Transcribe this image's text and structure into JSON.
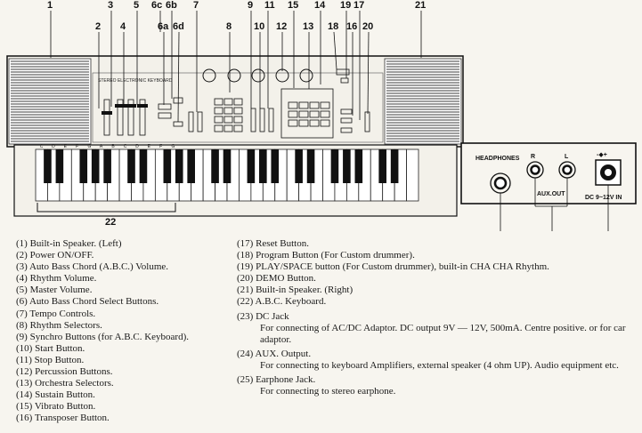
{
  "callouts": [
    "1",
    "2",
    "3",
    "4",
    "5",
    "6a",
    "6b",
    "6c",
    "6d",
    "7",
    "8",
    "9",
    "10",
    "11",
    "12",
    "13",
    "14",
    "15",
    "16",
    "17",
    "18",
    "19",
    "20",
    "21",
    "22",
    "23",
    "24",
    "25"
  ],
  "panel_texts": {
    "brand": "STEREO ELECTRONIC KEYBOARD",
    "headphones": "HEADPHONES",
    "r": "R",
    "l": "L",
    "aux_out": "AUX.OUT",
    "dc_in": "DC 9~12V IN"
  },
  "key_note_labels": [
    "C",
    "D",
    "E",
    "F",
    "G",
    "A",
    "B",
    "C",
    "D",
    "E",
    "F",
    "G"
  ],
  "legend_left": [
    {
      "num": "(1)",
      "text": "Built-in Speaker. (Left)"
    },
    {
      "num": "(2)",
      "text": "Power ON/OFF."
    },
    {
      "num": "(3)",
      "text": "Auto Bass Chord (A.B.C.) Volume."
    },
    {
      "num": "(4)",
      "text": "Rhythm Volume."
    },
    {
      "num": "(5)",
      "text": "Master Volume."
    },
    {
      "num": "(6)",
      "text": "Auto Bass Chord Select Buttons."
    },
    {
      "num": "(7)",
      "text": "Tempo Controls."
    },
    {
      "num": "(8)",
      "text": "Rhythm Selectors."
    },
    {
      "num": "(9)",
      "text": "Synchro Buttons (for A.B.C. Keyboard)."
    },
    {
      "num": "(10)",
      "text": "Start Button."
    },
    {
      "num": "(11)",
      "text": "Stop Button."
    },
    {
      "num": "(12)",
      "text": "Percussion Buttons."
    },
    {
      "num": "(13)",
      "text": "Orchestra Selectors."
    },
    {
      "num": "(14)",
      "text": "Sustain Button."
    },
    {
      "num": "(15)",
      "text": "Vibrato Button."
    },
    {
      "num": "(16)",
      "text": "Transposer Button."
    }
  ],
  "legend_right": [
    {
      "num": "(17)",
      "text": "Reset Button."
    },
    {
      "num": "(18)",
      "text": "Program Button (For Custom drummer)."
    },
    {
      "num": "(19)",
      "text": "PLAY/SPACE button (For Custom drummer), built-in CHA CHA Rhythm."
    },
    {
      "num": "(20)",
      "text": "DEMO Button."
    },
    {
      "num": "(21)",
      "text": "Built-in Speaker. (Right)"
    },
    {
      "num": "(22)",
      "text": "A.B.C. Keyboard."
    },
    {
      "num": "(23)",
      "text": "DC Jack",
      "desc": "For connecting of AC/DC Adaptor. DC output 9V — 12V, 500mA. Centre positive. or for car adaptor."
    },
    {
      "num": "(24)",
      "text": "AUX. Output.",
      "desc": "For connecting to keyboard Amplifiers, external speaker (4 ohm UP). Audio equipment etc."
    },
    {
      "num": "(25)",
      "text": "Earphone Jack.",
      "desc": "For connecting to stereo earphone."
    }
  ]
}
